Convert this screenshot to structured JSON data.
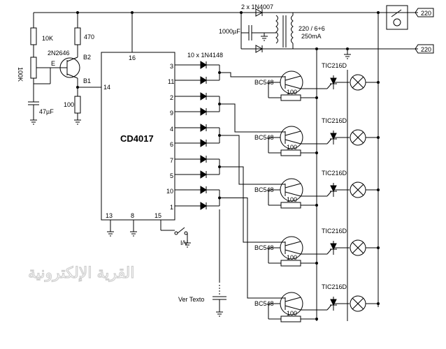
{
  "labels": {
    "r_10k": "10K",
    "r_470": "470",
    "ujt": "2N2646",
    "b2": "B2",
    "b1": "B1",
    "emitter": "E",
    "pot": "100K",
    "cap_timing": "47µF",
    "r_100_b1": "100",
    "ic": "CD4017",
    "diodes_bridge": "2 x 1N4007",
    "cap_filter": "1000µF",
    "transformer": "220 / 6+6",
    "transformer_current": "250mA",
    "mains_top": "220",
    "mains_bottom": "220",
    "diodes_logic": "10 x 1N4148",
    "switch": "I/V",
    "ver_texto": "Ver Texto",
    "watermark": "القرية الإلكترونية"
  },
  "ic_pins": {
    "vdd": "16",
    "clk": "14",
    "gnd": "8",
    "ena": "13",
    "reset": "15",
    "outputs": [
      "3",
      "11",
      "2",
      "9",
      "4",
      "6",
      "7",
      "5",
      "10",
      "1"
    ]
  },
  "channels": [
    {
      "transistor": "BC548",
      "thyristor": "TIC216D",
      "resistor": "100"
    },
    {
      "transistor": "BC548",
      "thyristor": "TIC216D",
      "resistor": "100"
    },
    {
      "transistor": "BC548",
      "thyristor": "TIC216D",
      "resistor": "100"
    },
    {
      "transistor": "BC548",
      "thyristor": "TIC216D",
      "resistor": "100"
    },
    {
      "transistor": "BC548",
      "thyristor": "TIC216D",
      "resistor": "100"
    }
  ]
}
